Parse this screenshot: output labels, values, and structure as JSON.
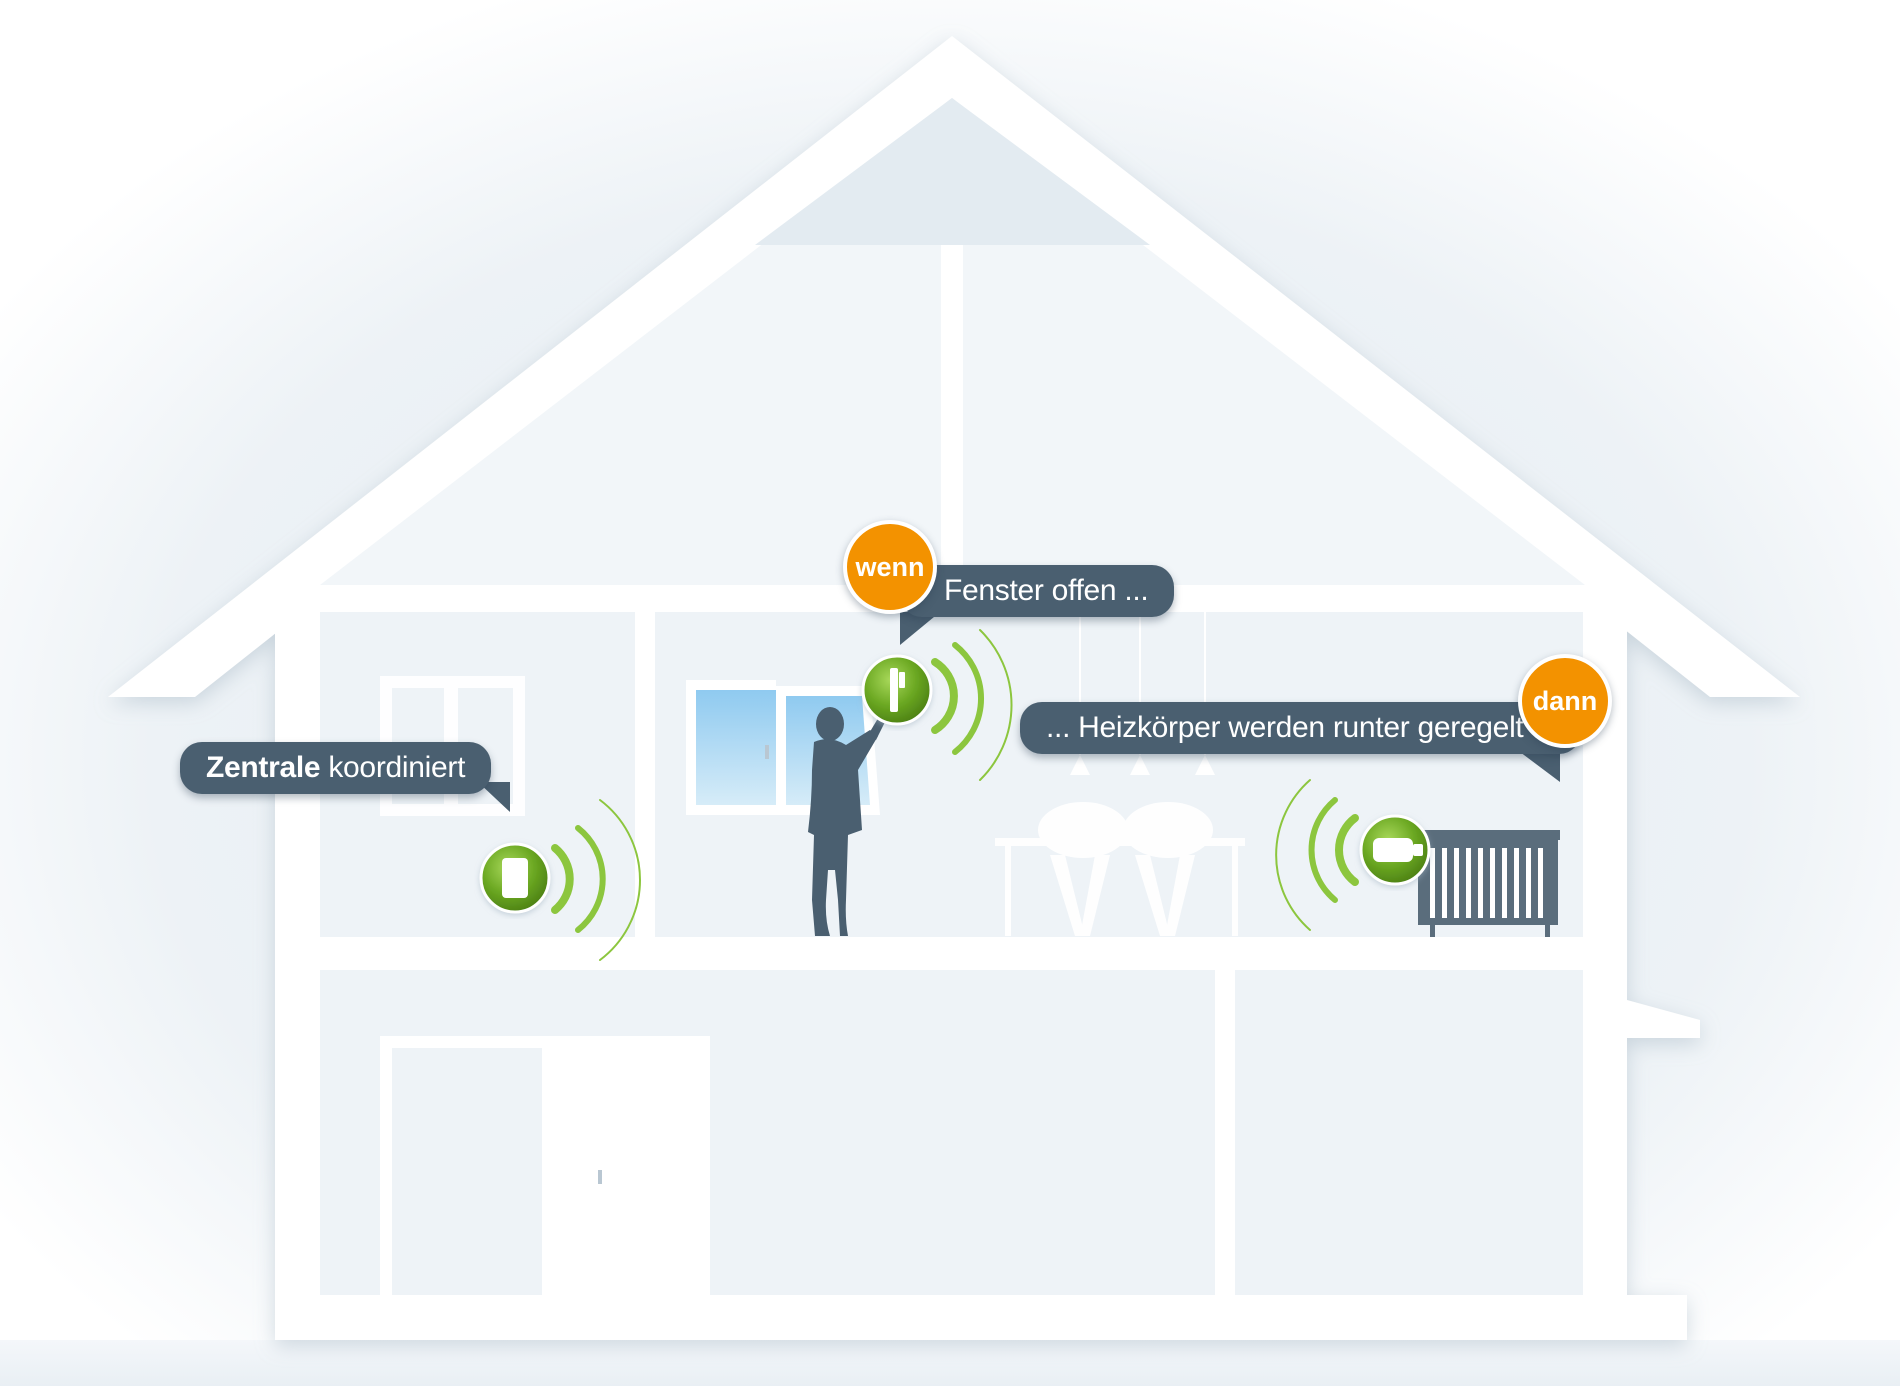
{
  "colors": {
    "wall": "#ffffff",
    "room_fill": "#eef3f7",
    "roof_fill": "#f1f5f8",
    "bubble": "#4a5f70",
    "tag": "#f39200",
    "device_green": "#6aa721",
    "wave_green": "#8cc63e",
    "figure": "#4a5f70",
    "window_glass": "#a9d5f0"
  },
  "callouts": {
    "zentrale": {
      "bold": "Zentrale",
      "text": " koordiniert"
    },
    "fenster": {
      "text": "Fenster offen ..."
    },
    "heizung": {
      "text": "... Heizkörper werden runter geregelt"
    }
  },
  "tags": {
    "wenn": "wenn",
    "dann": "dann"
  },
  "icons": {
    "central_unit": "central-unit-icon",
    "window_sensor": "window-contact-icon",
    "radiator_thermostat": "radiator-thermostat-icon",
    "radio_waves": "radio-waves-icon"
  }
}
